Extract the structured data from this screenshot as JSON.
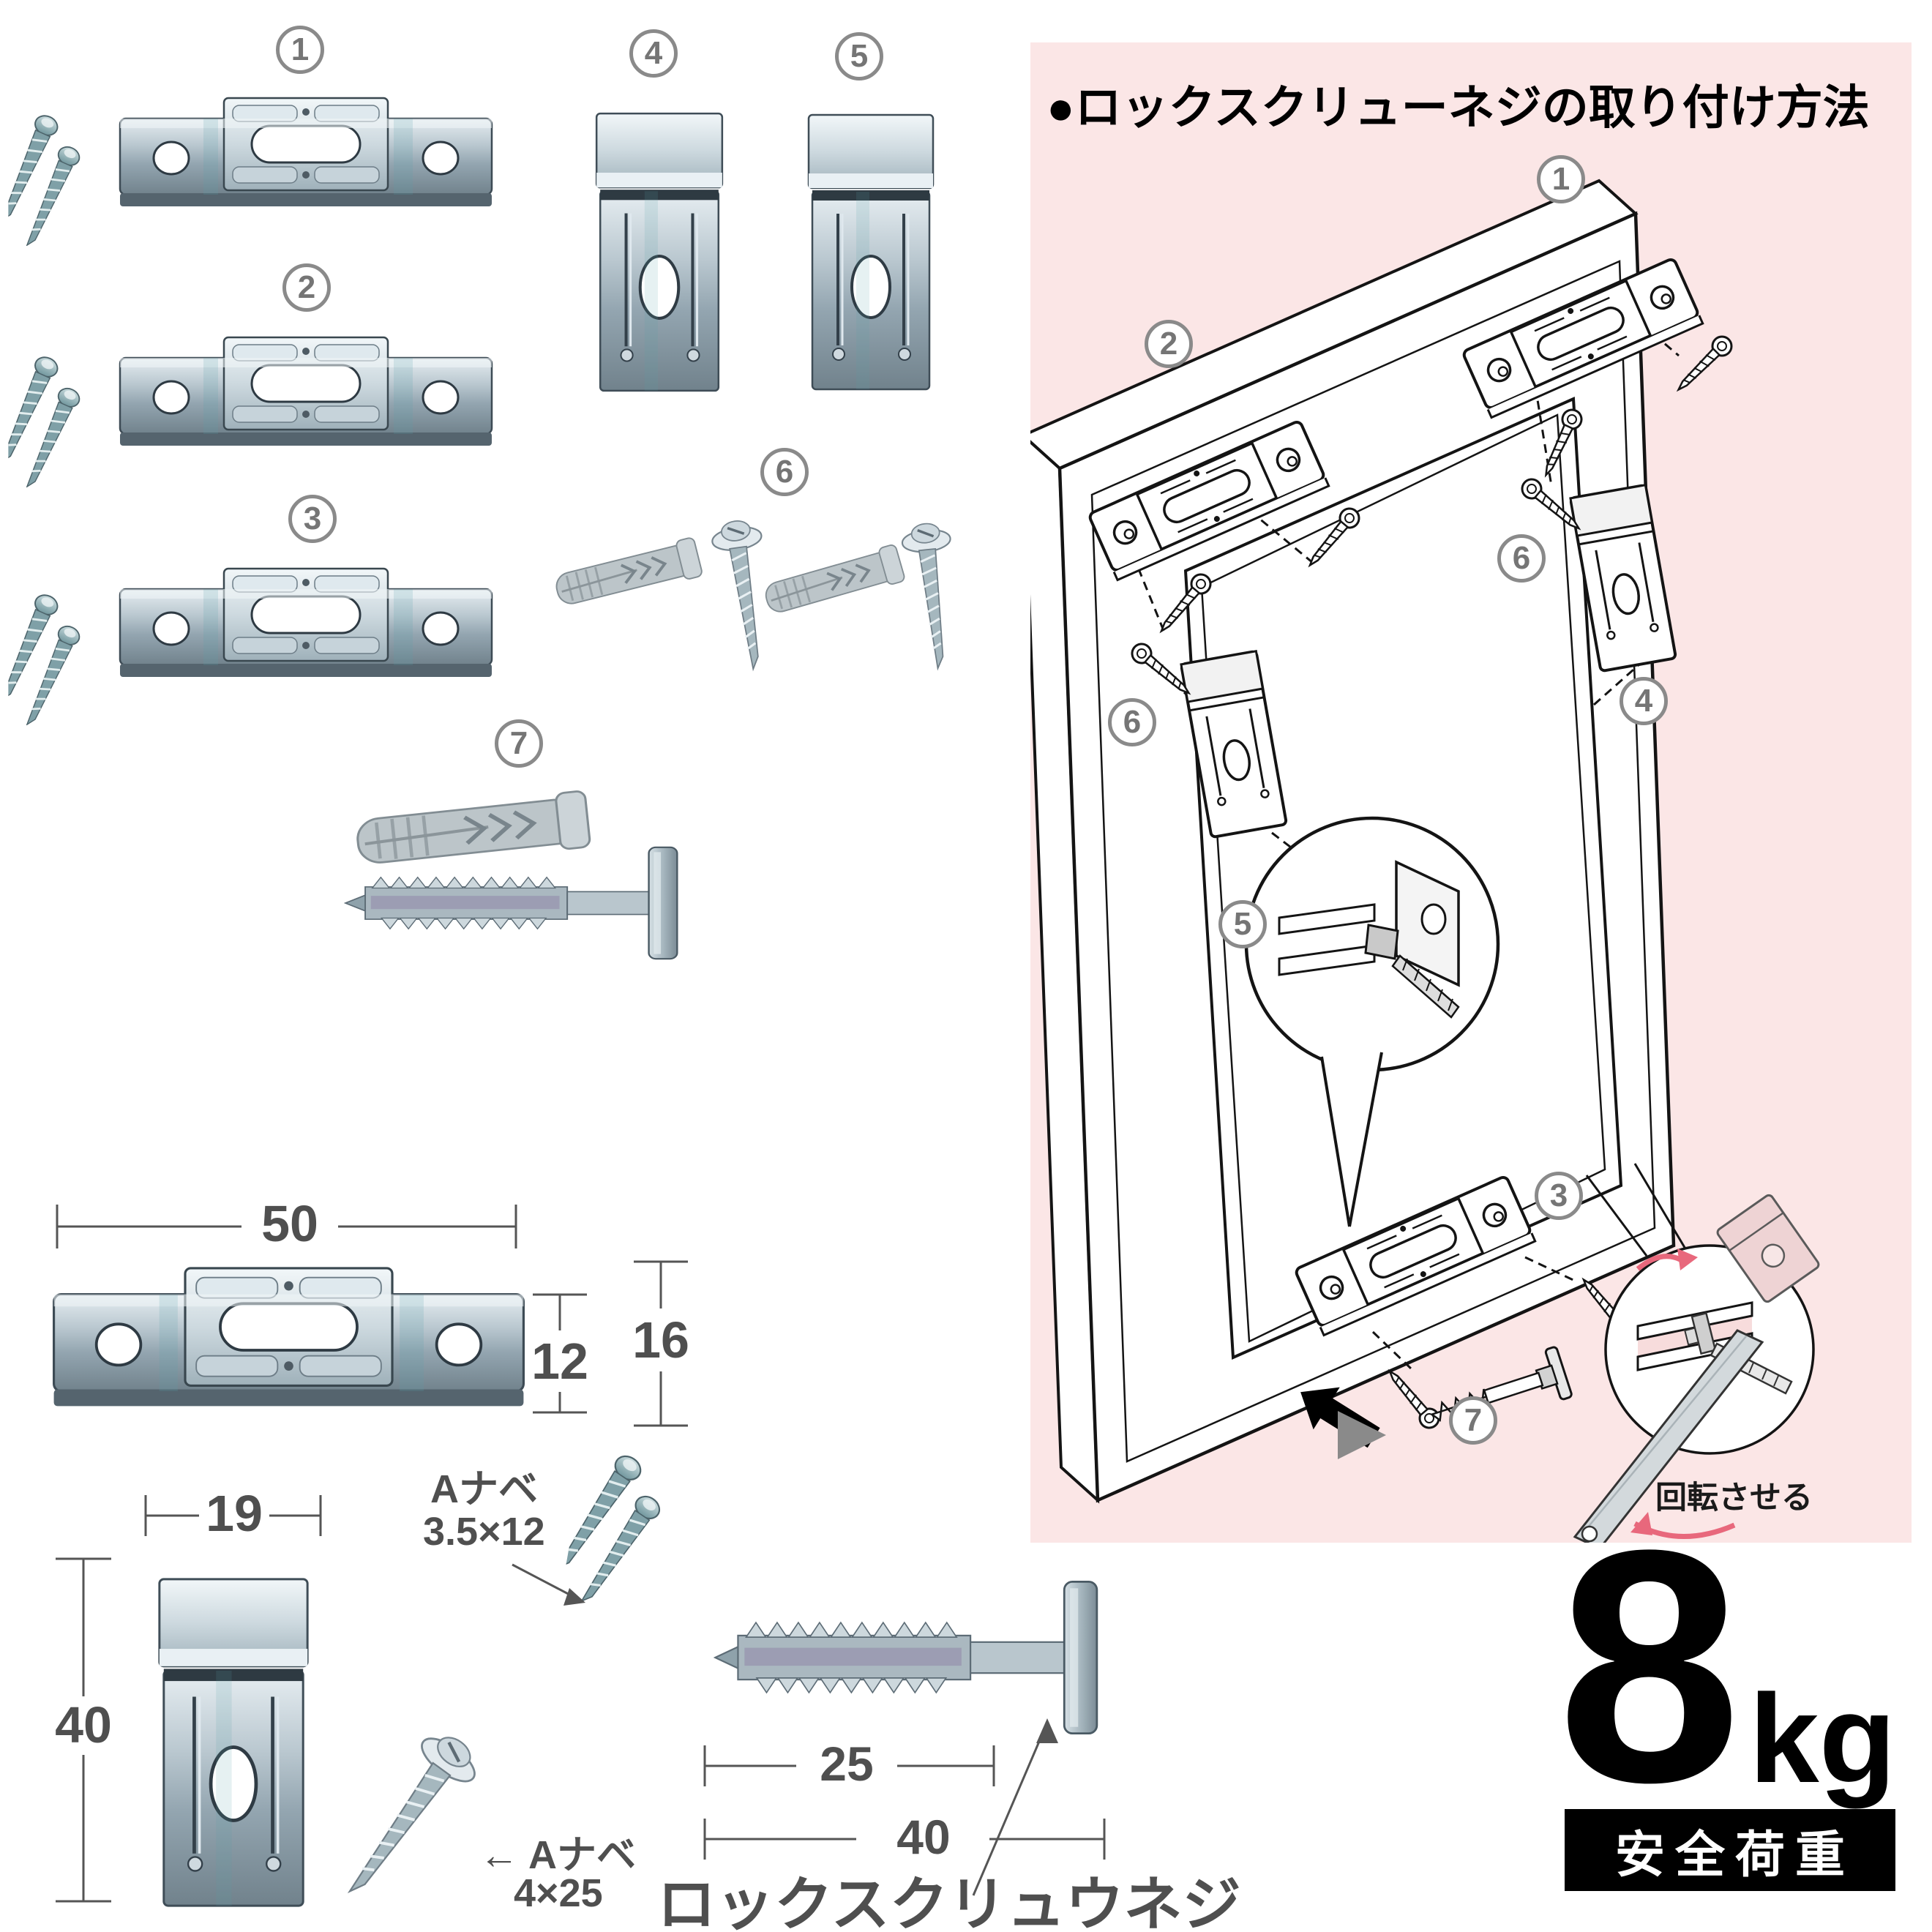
{
  "title": "●ロックスクリューネジの取り付け方法",
  "parts": {
    "n1": "1",
    "n2": "2",
    "n3": "3",
    "n4": "4",
    "n5": "5",
    "n6": "6",
    "n7": "7"
  },
  "dims": {
    "bracket_width": "50",
    "bracket_plate_height": "12",
    "bracket_total_height": "16",
    "clip_width": "19",
    "clip_height": "40",
    "lockscrew_thread": "25",
    "lockscrew_total": "40"
  },
  "labels": {
    "pan_screw_small_1": "Aナベ",
    "pan_screw_small_2": "3.5×12",
    "pan_screw_large_1": "← Aナベ",
    "pan_screw_large_2": "4×25",
    "lockscrew_name": "ロックスクリュウネジ",
    "rotate_note": "回転させる"
  },
  "load": {
    "value": "8",
    "unit": "kg",
    "label": "安全荷重"
  },
  "colors": {
    "panel_pink": "#fbe6e6",
    "arrow_pink": "#e8687c",
    "metal_base": "#a9bac4",
    "ink": "#141414",
    "dim_grey": "#4f4f4f",
    "badge_grey": "#8a8a8a"
  }
}
